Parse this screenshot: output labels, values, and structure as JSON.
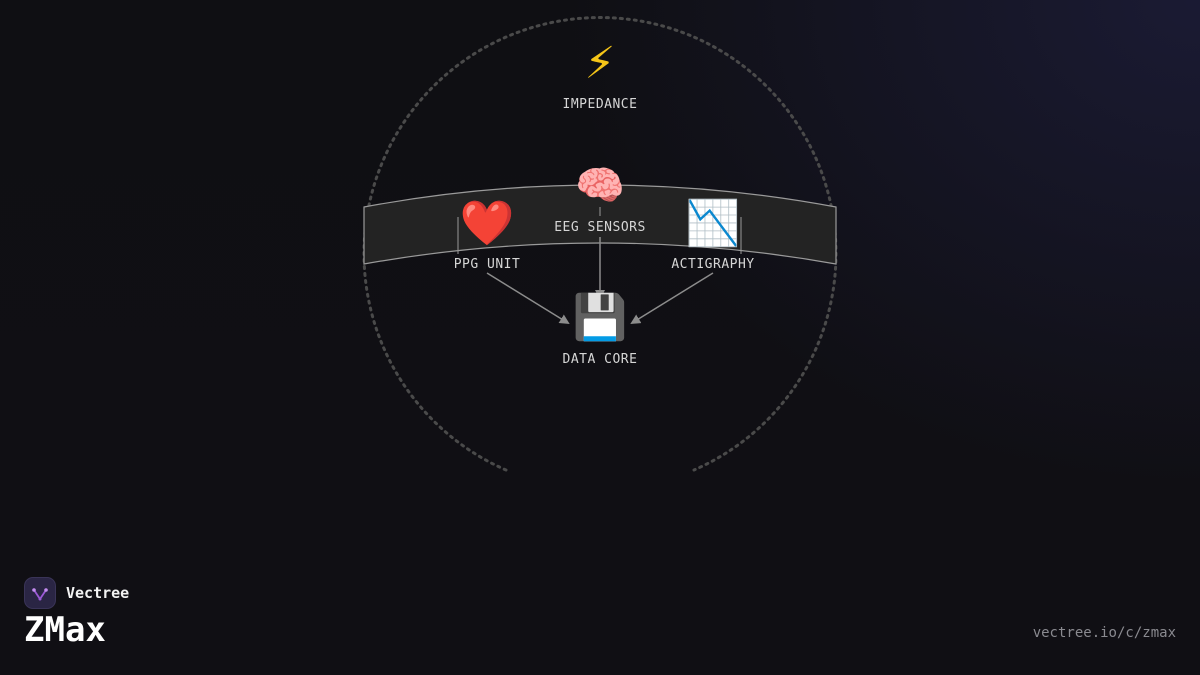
{
  "nodes": {
    "impedance": {
      "icon": "lightning-icon",
      "glyph": "⚡",
      "label": "IMPEDANCE"
    },
    "eeg": {
      "icon": "brain-icon",
      "glyph": "🧠",
      "label": "EEG SENSORS"
    },
    "ppg": {
      "icon": "heart-icon",
      "glyph": "❤️",
      "label": "PPG UNIT"
    },
    "actigraphy": {
      "icon": "chart-decreasing-icon",
      "glyph": "📉",
      "label": "ACTIGRAPHY"
    },
    "core": {
      "icon": "floppy-disk-icon",
      "glyph": "💾",
      "label": "DATA CORE"
    }
  },
  "brand": {
    "name": "Vectree",
    "product": "ZMax",
    "url": "vectree.io/c/zmax"
  },
  "colors": {
    "background": "#0f0f13",
    "band": "#242424",
    "connector": "#8c8c8c",
    "ring": "#4a4a4a",
    "text": "#d6d6d6",
    "logo_accent": "#9b59d6"
  }
}
